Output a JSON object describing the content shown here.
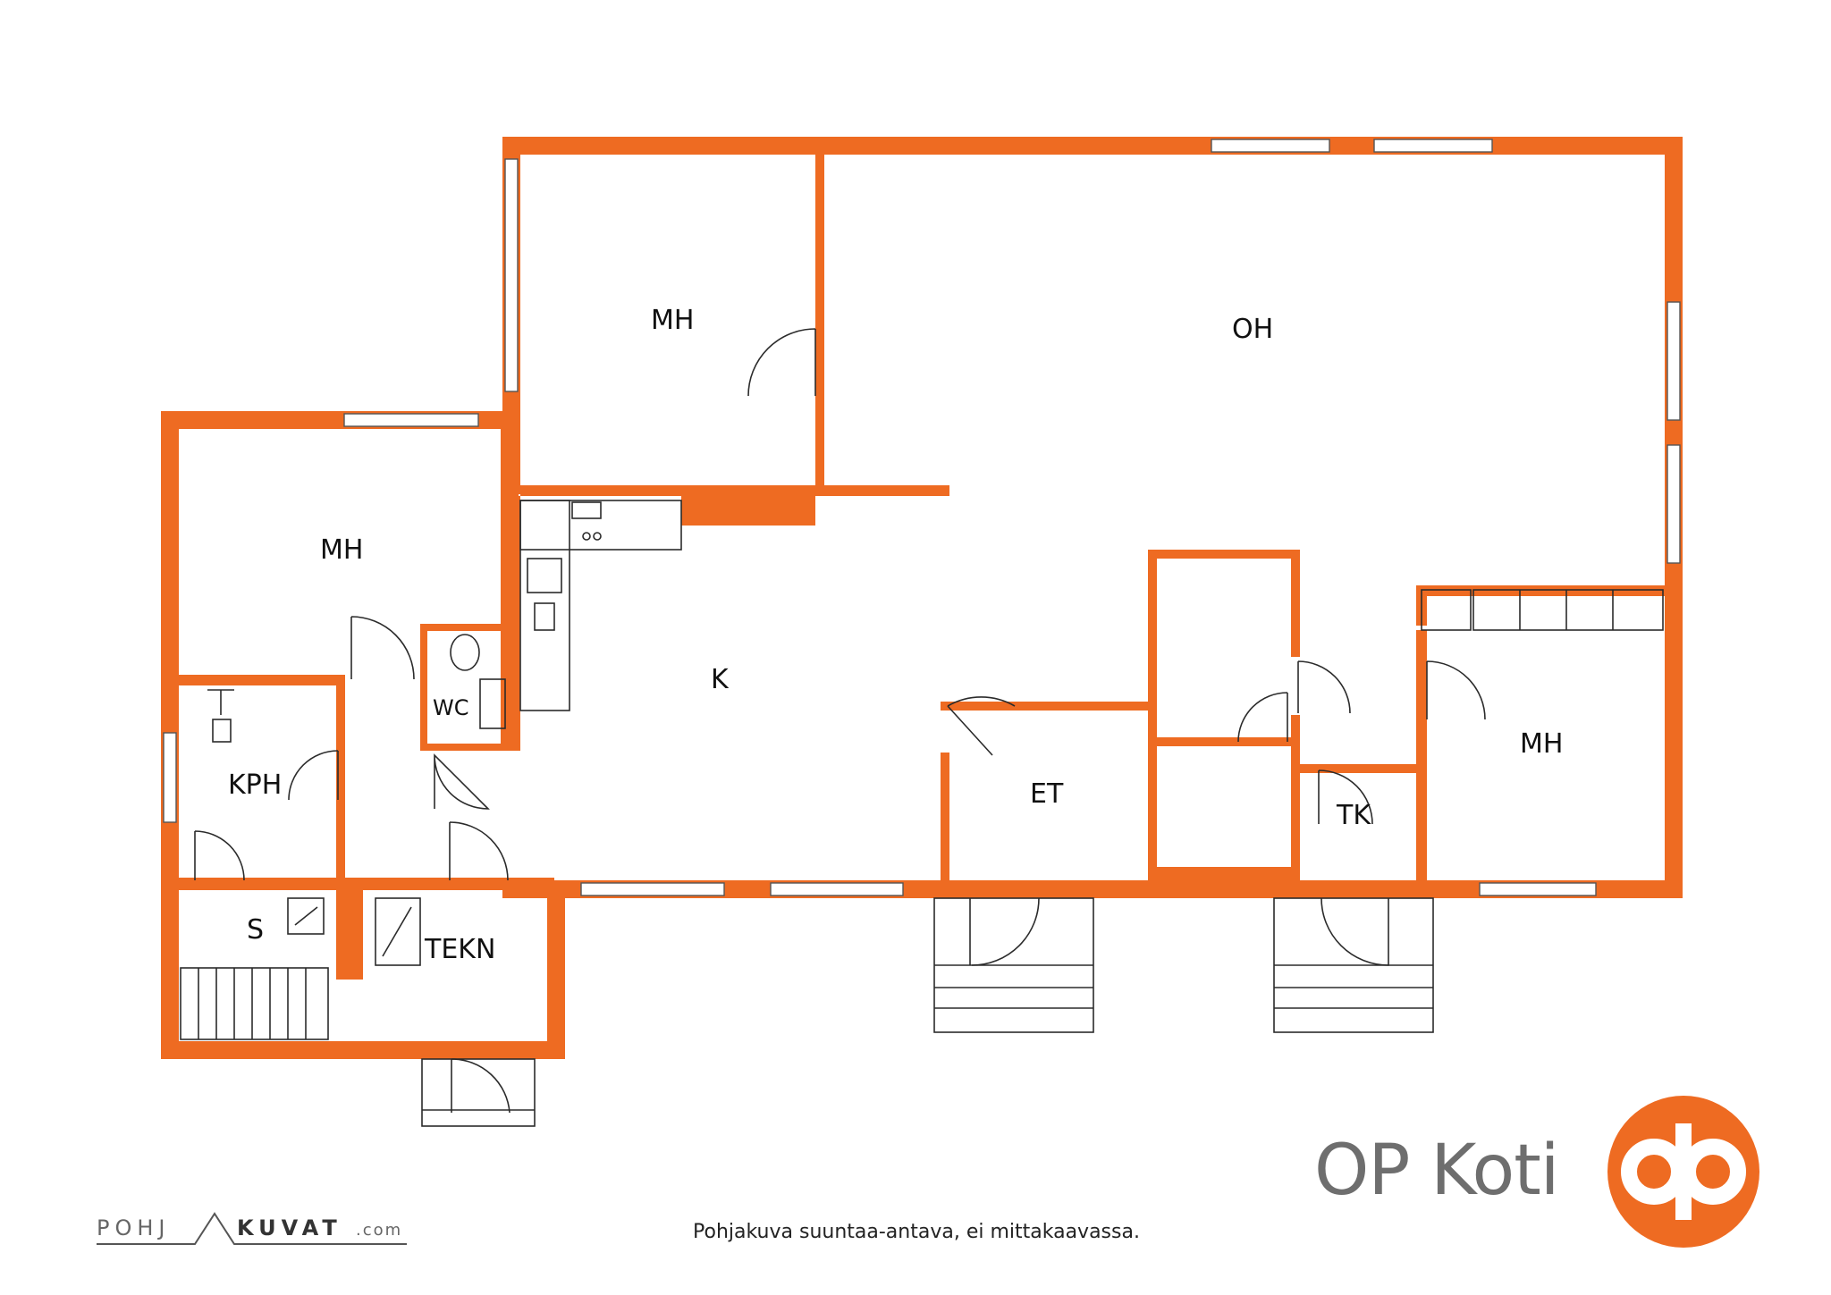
{
  "rooms": {
    "mh_top": "MH",
    "oh": "OH",
    "mh_left": "MH",
    "k": "K",
    "wc": "WC",
    "kph": "KPH",
    "et": "ET",
    "tk": "TK",
    "mh_right": "MH",
    "s": "S",
    "tekn": "TEKN"
  },
  "branding": {
    "company": "OP Koti",
    "pohja_left": "POHJ",
    "pohja_right": "KUVAT",
    "pohja_suffix": ".com",
    "disclaimer": "Pohjakuva suuntaa-antava, ei mittakaavassa."
  },
  "colors": {
    "wall": "#ee6b22",
    "logo": "#ee6b22",
    "text": "#111111"
  }
}
